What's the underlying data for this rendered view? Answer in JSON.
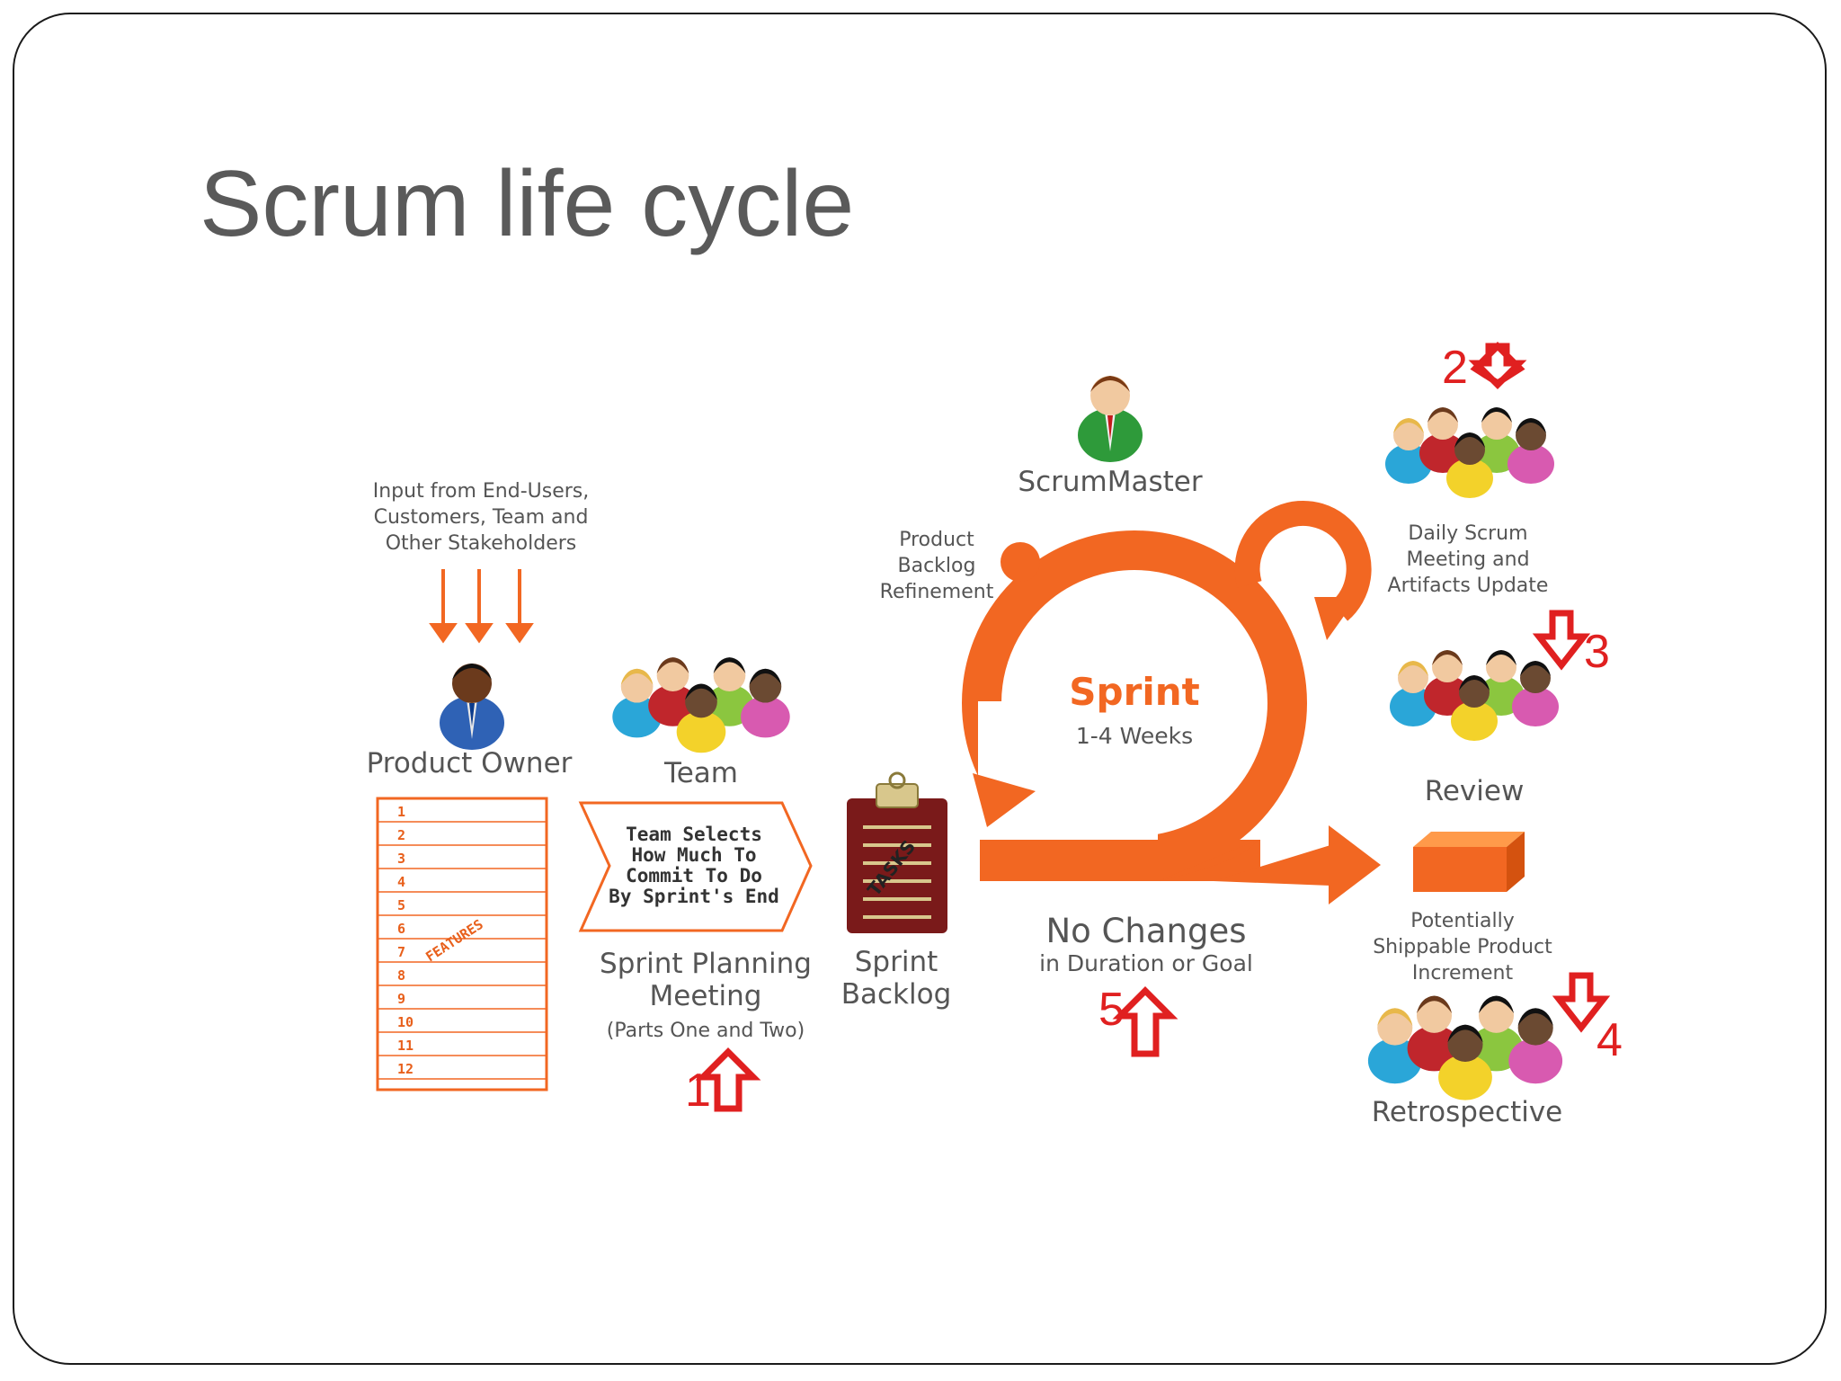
{
  "slide": {
    "title": "Scrum life cycle"
  },
  "colors": {
    "accent_orange": "#f26722",
    "marker_red": "#e02020",
    "text_gray": "#555555",
    "clipboard_red": "#7a1a1a"
  },
  "diagram": {
    "input_label": [
      "Input from End-Users,",
      "Customers, Team and",
      "Other Stakeholders"
    ],
    "product_owner_label": "Product Owner",
    "team_label": "Team",
    "features_label": "FEATURES",
    "feature_numbers": [
      "1",
      "2",
      "3",
      "4",
      "5",
      "6",
      "7",
      "8",
      "9",
      "10",
      "11",
      "12"
    ],
    "planning_box_text": [
      "Team Selects",
      "How Much To",
      "Commit To Do",
      "By Sprint's End"
    ],
    "sprint_planning_label": [
      "Sprint Planning",
      "Meeting"
    ],
    "sprint_planning_sub": "(Parts One and Two)",
    "tasks_label": "TASKS",
    "sprint_backlog_label": [
      "Sprint",
      "Backlog"
    ],
    "scrum_master_label": "ScrumMaster",
    "refinement_label": [
      "Product",
      "Backlog",
      "Refinement"
    ],
    "sprint_title": "Sprint",
    "sprint_duration": "1-4 Weeks",
    "no_changes_label": "No Changes",
    "no_changes_sub": "in Duration or Goal",
    "daily_scrum_label": [
      "Daily Scrum",
      "Meeting and",
      "Artifacts Update"
    ],
    "review_label": "Review",
    "increment_label": [
      "Potentially",
      "Shippable Product",
      "Increment"
    ],
    "retrospective_label": "Retrospective",
    "markers": [
      "1",
      "2",
      "3",
      "4",
      "5"
    ]
  },
  "icons": [
    "person-icon",
    "team-icon",
    "clipboard-icon",
    "box-icon",
    "arrow-down-icon",
    "arrow-up-icon",
    "cycle-arrow-icon"
  ]
}
